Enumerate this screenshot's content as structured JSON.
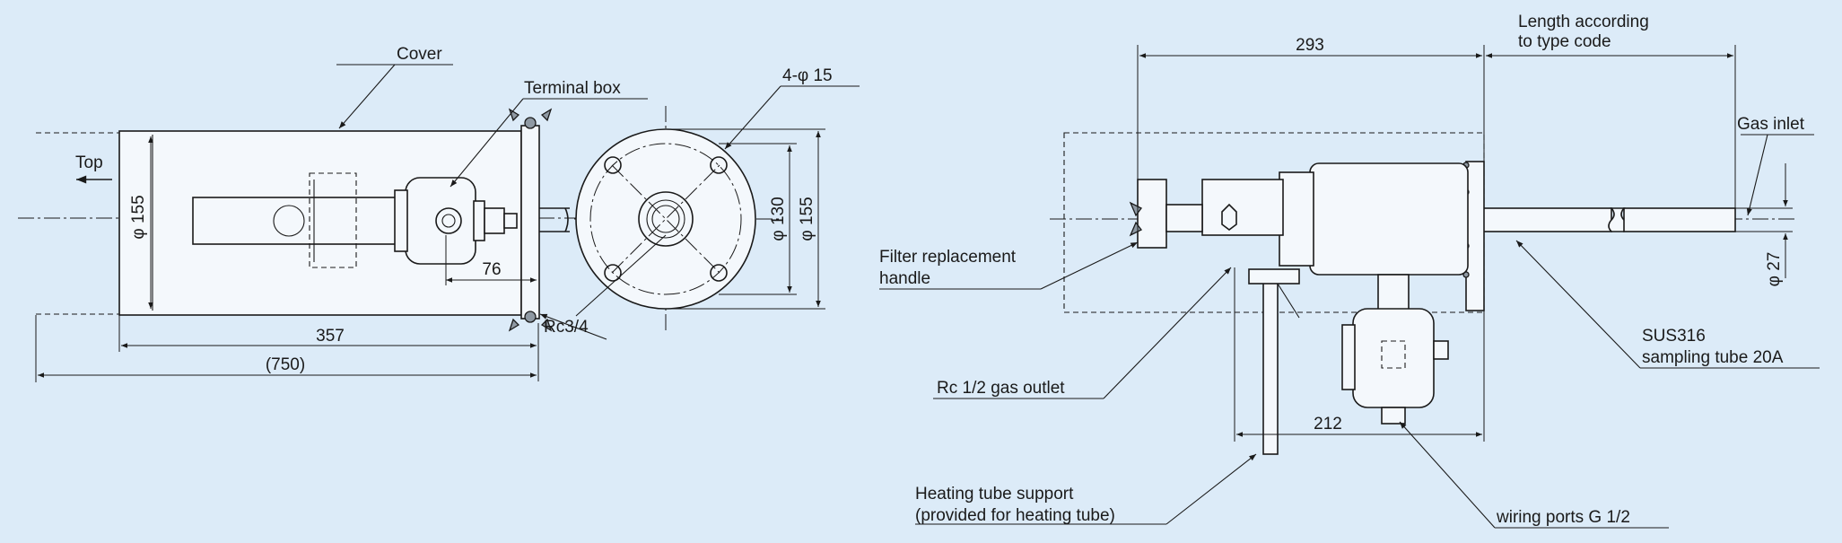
{
  "labels": {
    "cover": "Cover",
    "terminal_box": "Terminal box",
    "holes": "4-φ 15",
    "top": "Top",
    "dia155_left": "φ 155",
    "dim76": "76",
    "rc34": "Rc3/4",
    "dim357": "357",
    "dim750": "(750)",
    "dia130": "φ 130",
    "dia155_flange": "φ 155",
    "dim293": "293",
    "length_line1": "Length according",
    "length_line2": "to type code",
    "gas_inlet": "Gas inlet",
    "filter_line1": "Filter replacement",
    "filter_line2": "handle",
    "dia27": "φ 27",
    "sus_line1": "SUS316",
    "sus_line2": "sampling tube 20A",
    "gas_outlet": "Rc 1/2 gas outlet",
    "dim212": "212",
    "support_line1": "Heating tube support",
    "support_line2": "(provided for heating tube)",
    "wiring": "wiring ports G 1/2"
  },
  "colors": {
    "background": "#dcebf8",
    "line": "#1a1a1a",
    "shade": "#8f99a3"
  }
}
